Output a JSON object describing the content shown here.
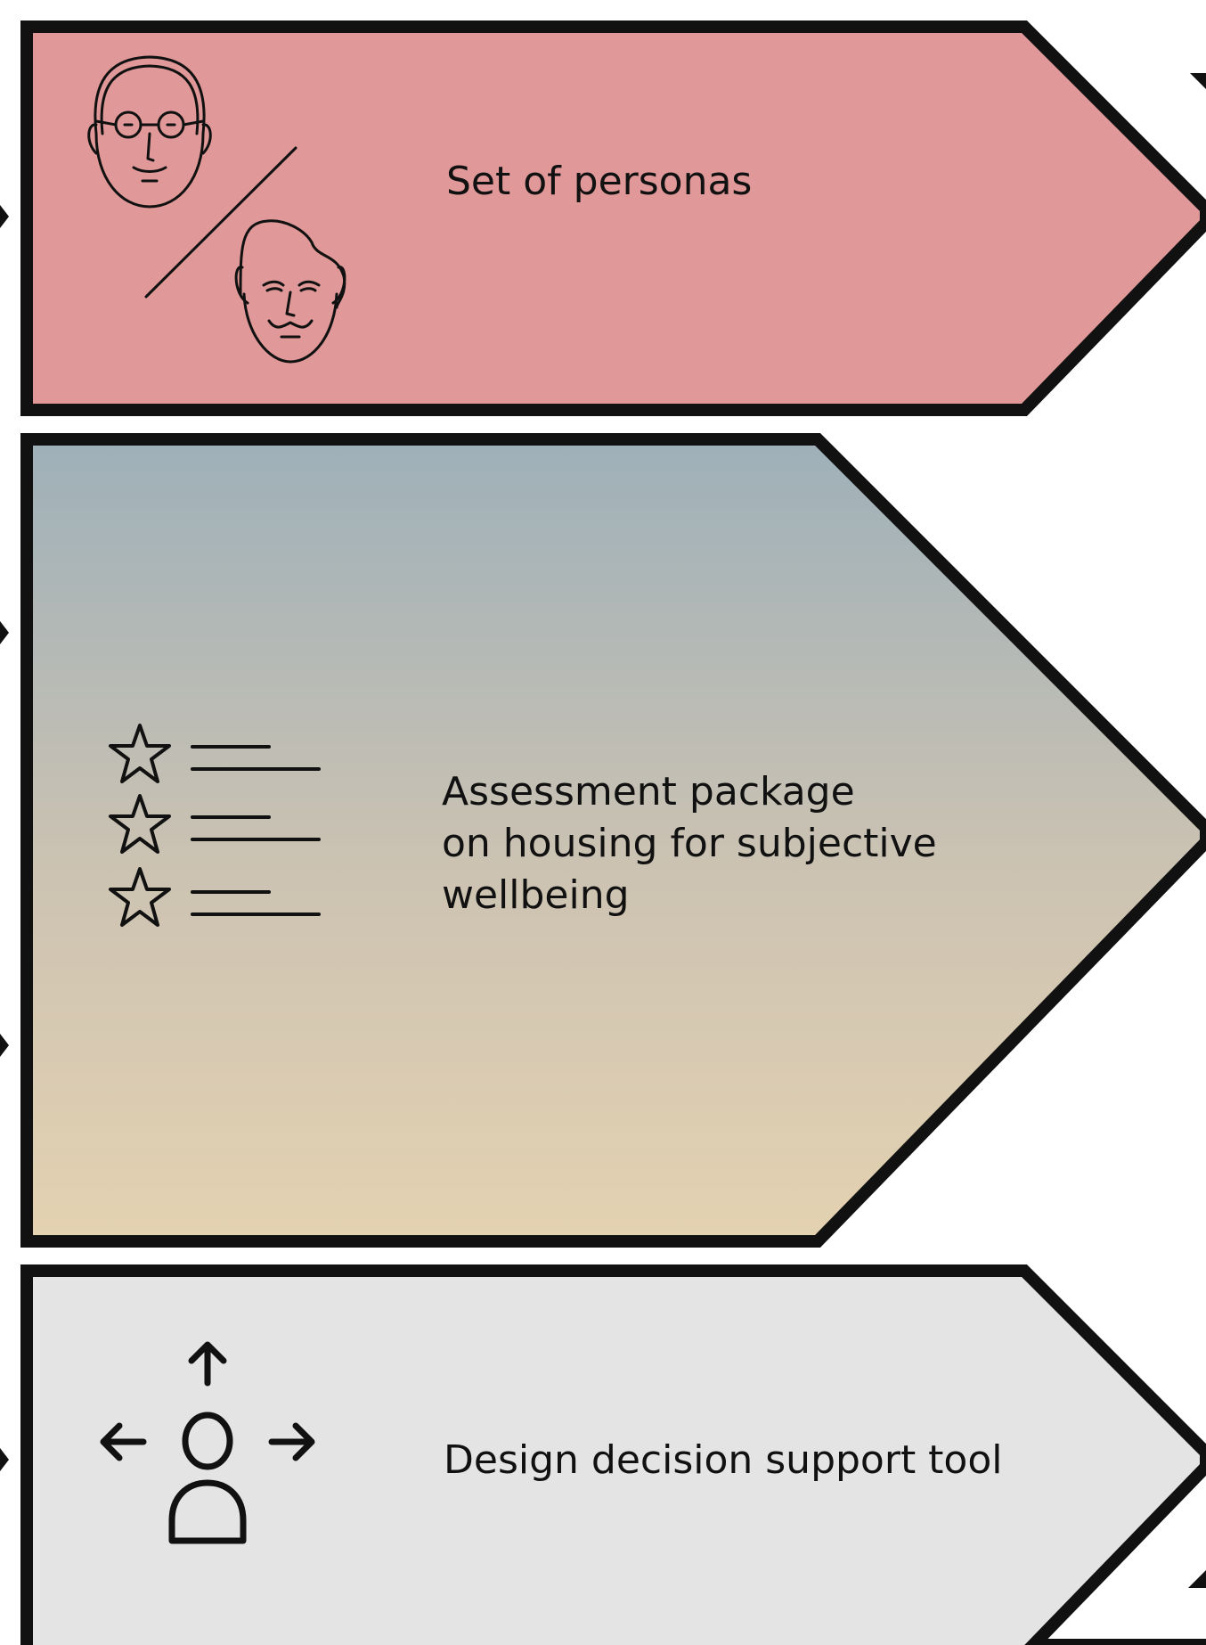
{
  "colors": {
    "outline": "#111111",
    "personas_fill": "#e09898",
    "assessment_gradient_top": "#9eb0b9",
    "assessment_gradient_bottom": "#e4d2b1",
    "tool_fill": "#e4e4e4"
  },
  "panels": [
    {
      "id": "personas",
      "label_lines": [
        "Set of personas"
      ],
      "icon": "two-faces-persona-icon"
    },
    {
      "id": "assessment",
      "label_lines": [
        "Assessment package",
        "on housing for subjective",
        "wellbeing"
      ],
      "icon": "star-rating-list-icon"
    },
    {
      "id": "tool",
      "label_lines": [
        "Design decision support tool"
      ],
      "icon": "person-directions-icon"
    }
  ]
}
